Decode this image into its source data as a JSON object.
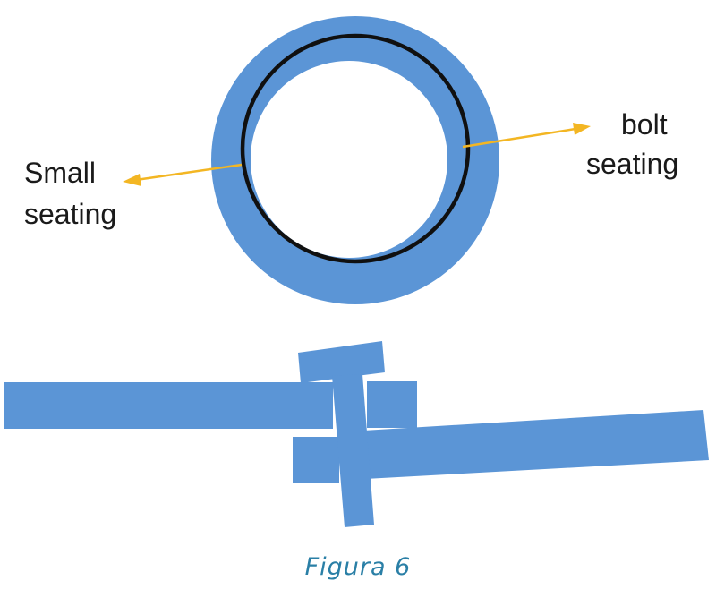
{
  "labels": {
    "small_line1": "Small",
    "small_line2": "seating",
    "bolt_line1": "bolt",
    "bolt_line2": "seating"
  },
  "caption": "Figura 6",
  "colors": {
    "part_blue": "#5b95d6",
    "ring_line": "#101010",
    "arrow": "#f3b623",
    "caption": "#2a7fa6",
    "text": "#1a1a1a"
  },
  "icons": {
    "arrow_left": "arrow-left-icon",
    "arrow_right": "arrow-right-icon"
  }
}
